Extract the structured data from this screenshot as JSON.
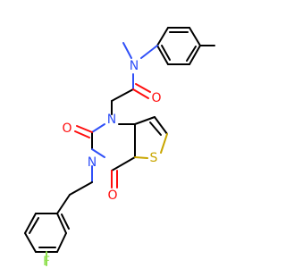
{
  "molecule": {
    "atoms": {
      "n_amide": {
        "label": "N",
        "color": "#3050f8"
      },
      "o_amide": {
        "label": "O",
        "color": "#ff0d0d"
      },
      "n1": {
        "label": "N",
        "color": "#3050f8"
      },
      "n3": {
        "label": "N",
        "color": "#3050f8"
      },
      "o2": {
        "label": "O",
        "color": "#ff0d0d"
      },
      "o4": {
        "label": "O",
        "color": "#ff0d0d"
      },
      "s": {
        "label": "S",
        "color": "#c9a600"
      },
      "f": {
        "label": "F",
        "color": "#90e050"
      }
    }
  }
}
